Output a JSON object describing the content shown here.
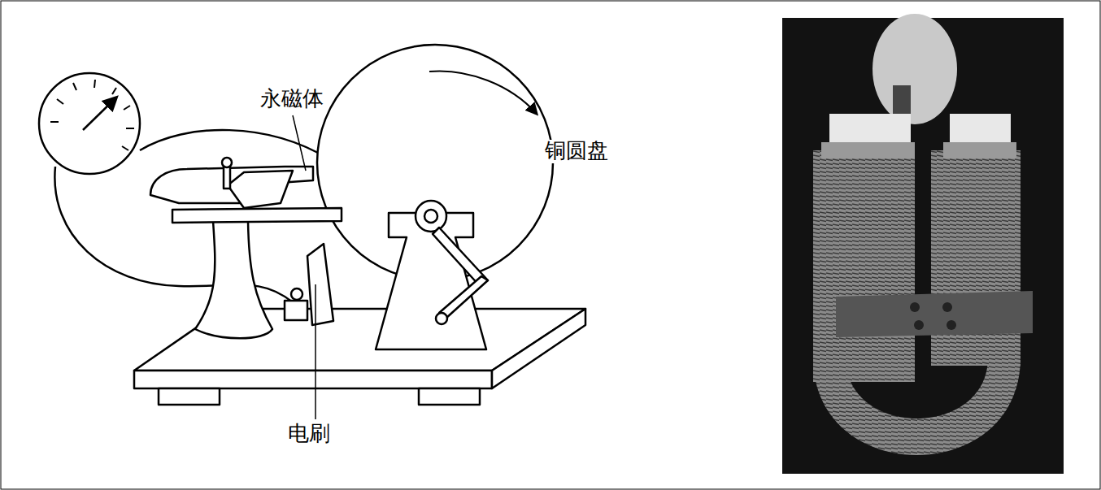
{
  "diagram": {
    "labels": [
      "永磁体",
      "铜圆盘",
      "电刷"
    ]
  }
}
